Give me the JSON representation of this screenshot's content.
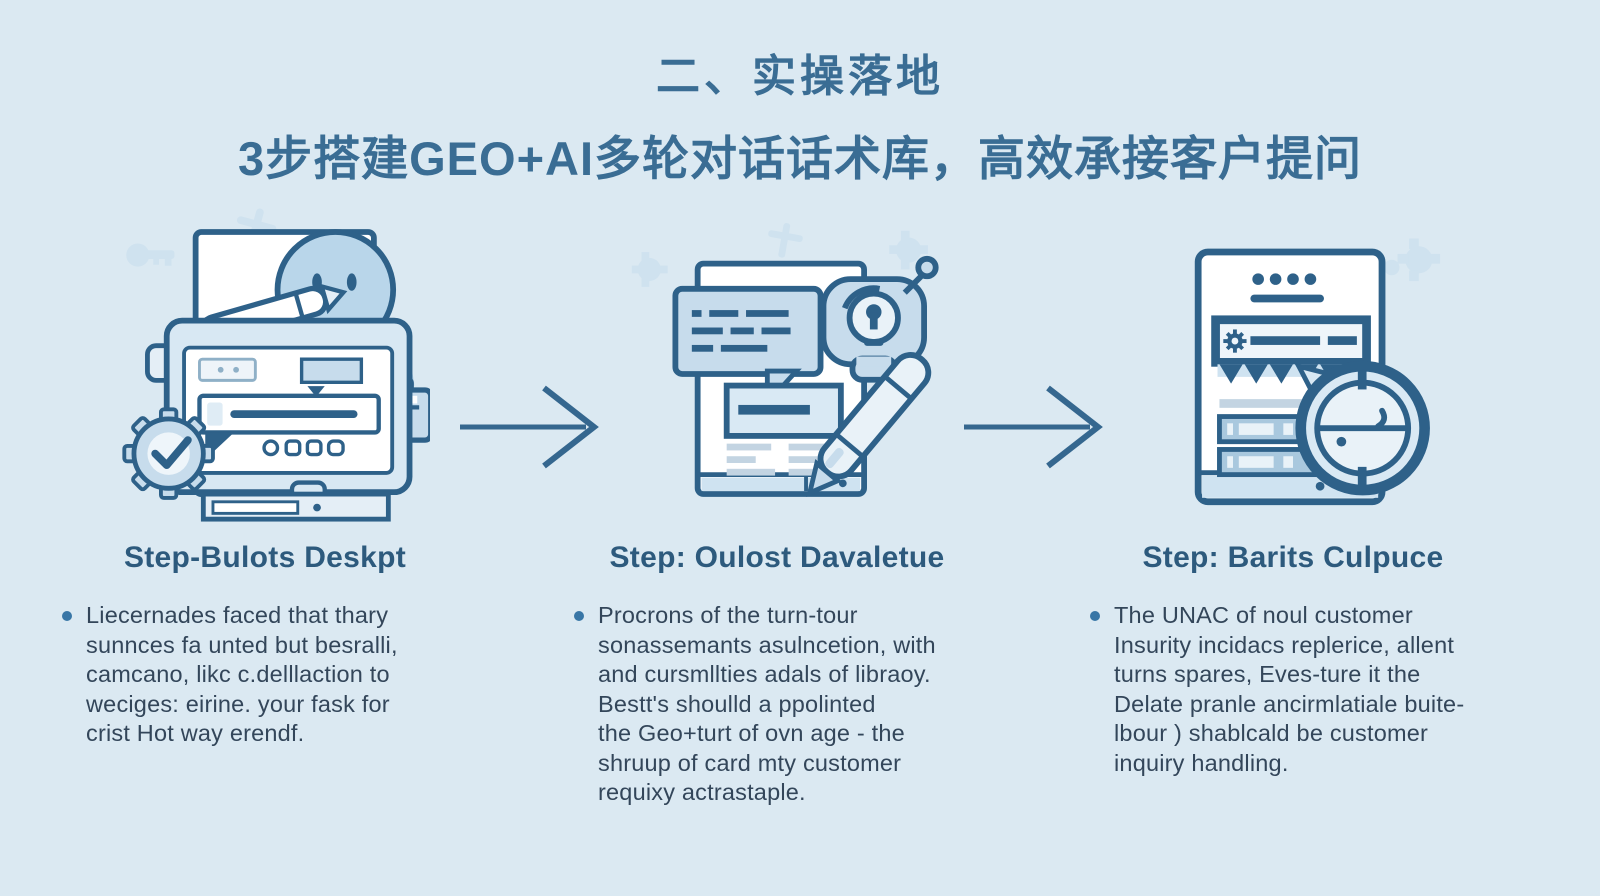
{
  "title": {
    "line1": "二、实操落地",
    "line2": "3步搭建GEO+AI多轮对话话术库，高效承接客户提问"
  },
  "columns": [
    {
      "heading": "Step-Bulots Deskpt",
      "illustration": "chat-console-illustration",
      "bullet_lines": [
        "Liecernades faced that thary",
        "sunnces fa unted but besralli,",
        "camcano, likc c.delllaction to",
        "weciges: eirine. your fask for",
        "crist Hot way erendf."
      ]
    },
    {
      "heading": "Step: Oulost Davaletue",
      "illustration": "document-dialogue-illustration",
      "bullet_lines": [
        "Procrons of the turn-tour",
        "sonassemants asulncetion, with",
        "and cursmllties adals of libraoy.",
        "Bestt's shoulld a ppolinted",
        "the Geo+turt of ovn age - the",
        "shruup of card mty customer",
        "requixy actrastaple."
      ]
    },
    {
      "heading": "Step: Barits Culpuce",
      "illustration": "inquiry-list-illustration",
      "bullet_lines": [
        "The UNAC of noul customer",
        "Insurity incidacs replerice, allent",
        "turns spares, Eves-ture it the",
        "Delate pranle ancirmlatiale buite-",
        "lbour ) shablcald be customer",
        "inquiry handling."
      ]
    }
  ],
  "colors": {
    "background": "#dbe9f2",
    "title": "#3a6d94",
    "heading": "#2d5a7d",
    "body_text": "#33465a",
    "bullet_dot": "#3876a6",
    "outline": "#2e6189",
    "fill_mid": "#c7dcec",
    "fill_light": "#e9f2f8",
    "faint_icon": "#cfe2ef"
  }
}
